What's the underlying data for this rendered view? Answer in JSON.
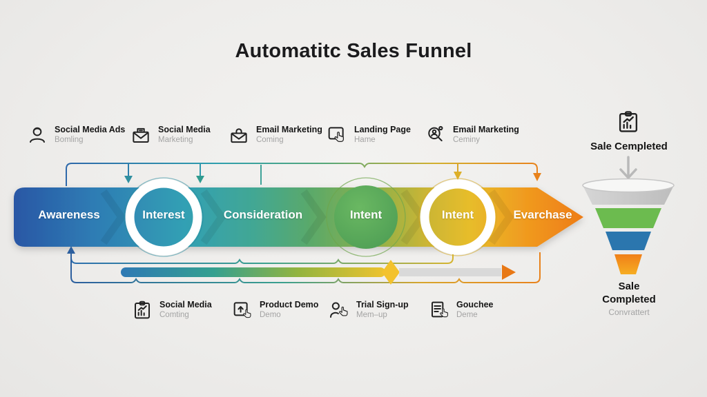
{
  "title": "Automatitc Sales Funnel",
  "band": {
    "stages": [
      {
        "label": "Awareness",
        "marker": "none"
      },
      {
        "label": "Interest",
        "marker": "white-ring"
      },
      {
        "label": "Consideration",
        "marker": "none"
      },
      {
        "label": "Intent",
        "marker": "green-circle"
      },
      {
        "label": "Intent",
        "marker": "white-ring"
      },
      {
        "label": "Evarchase",
        "marker": "none"
      }
    ]
  },
  "top_row": [
    {
      "icon": "user-icon",
      "label": "Social Media Ads",
      "sublabel": "Bomling"
    },
    {
      "icon": "envelope-letter-icon",
      "label": "Social Media",
      "sublabel": "Marketing"
    },
    {
      "icon": "envelope-lock-icon",
      "label": "Email Marketing",
      "sublabel": "Coming"
    },
    {
      "icon": "landing-page-click-icon",
      "label": "Landing Page",
      "sublabel": "Hame"
    },
    {
      "icon": "search-person-icon",
      "label": "Email Marketing",
      "sublabel": "Ceminy"
    }
  ],
  "bottom_row": [
    {
      "icon": "clipboard-chart-icon",
      "label": "Social Media",
      "sublabel": "Comting"
    },
    {
      "icon": "box-click-icon",
      "label": "Product Demo",
      "sublabel": "Demo"
    },
    {
      "icon": "person-click-icon",
      "label": "Trial Sign-up",
      "sublabel": "Mem–up"
    },
    {
      "icon": "document-click-icon",
      "label": "Gouchee",
      "sublabel": "Deme"
    }
  ],
  "right_panel": {
    "icon": "clipboard-chart-icon",
    "top_label": "Sale Cempleted",
    "bottom_label": "Sale Completed",
    "bottom_sublabel": "Convrattert"
  },
  "colors": {
    "band_blue": "#2a57a5",
    "band_teal": "#32a0b4",
    "band_green": "#5aa96a",
    "band_yellow": "#e7bd2b",
    "band_orange": "#ee7c17",
    "funnel_gray": "#c6c6c6",
    "funnel_green": "#6cbb4f",
    "funnel_blue": "#2b76ae",
    "funnel_orange": "#f28e1e"
  }
}
